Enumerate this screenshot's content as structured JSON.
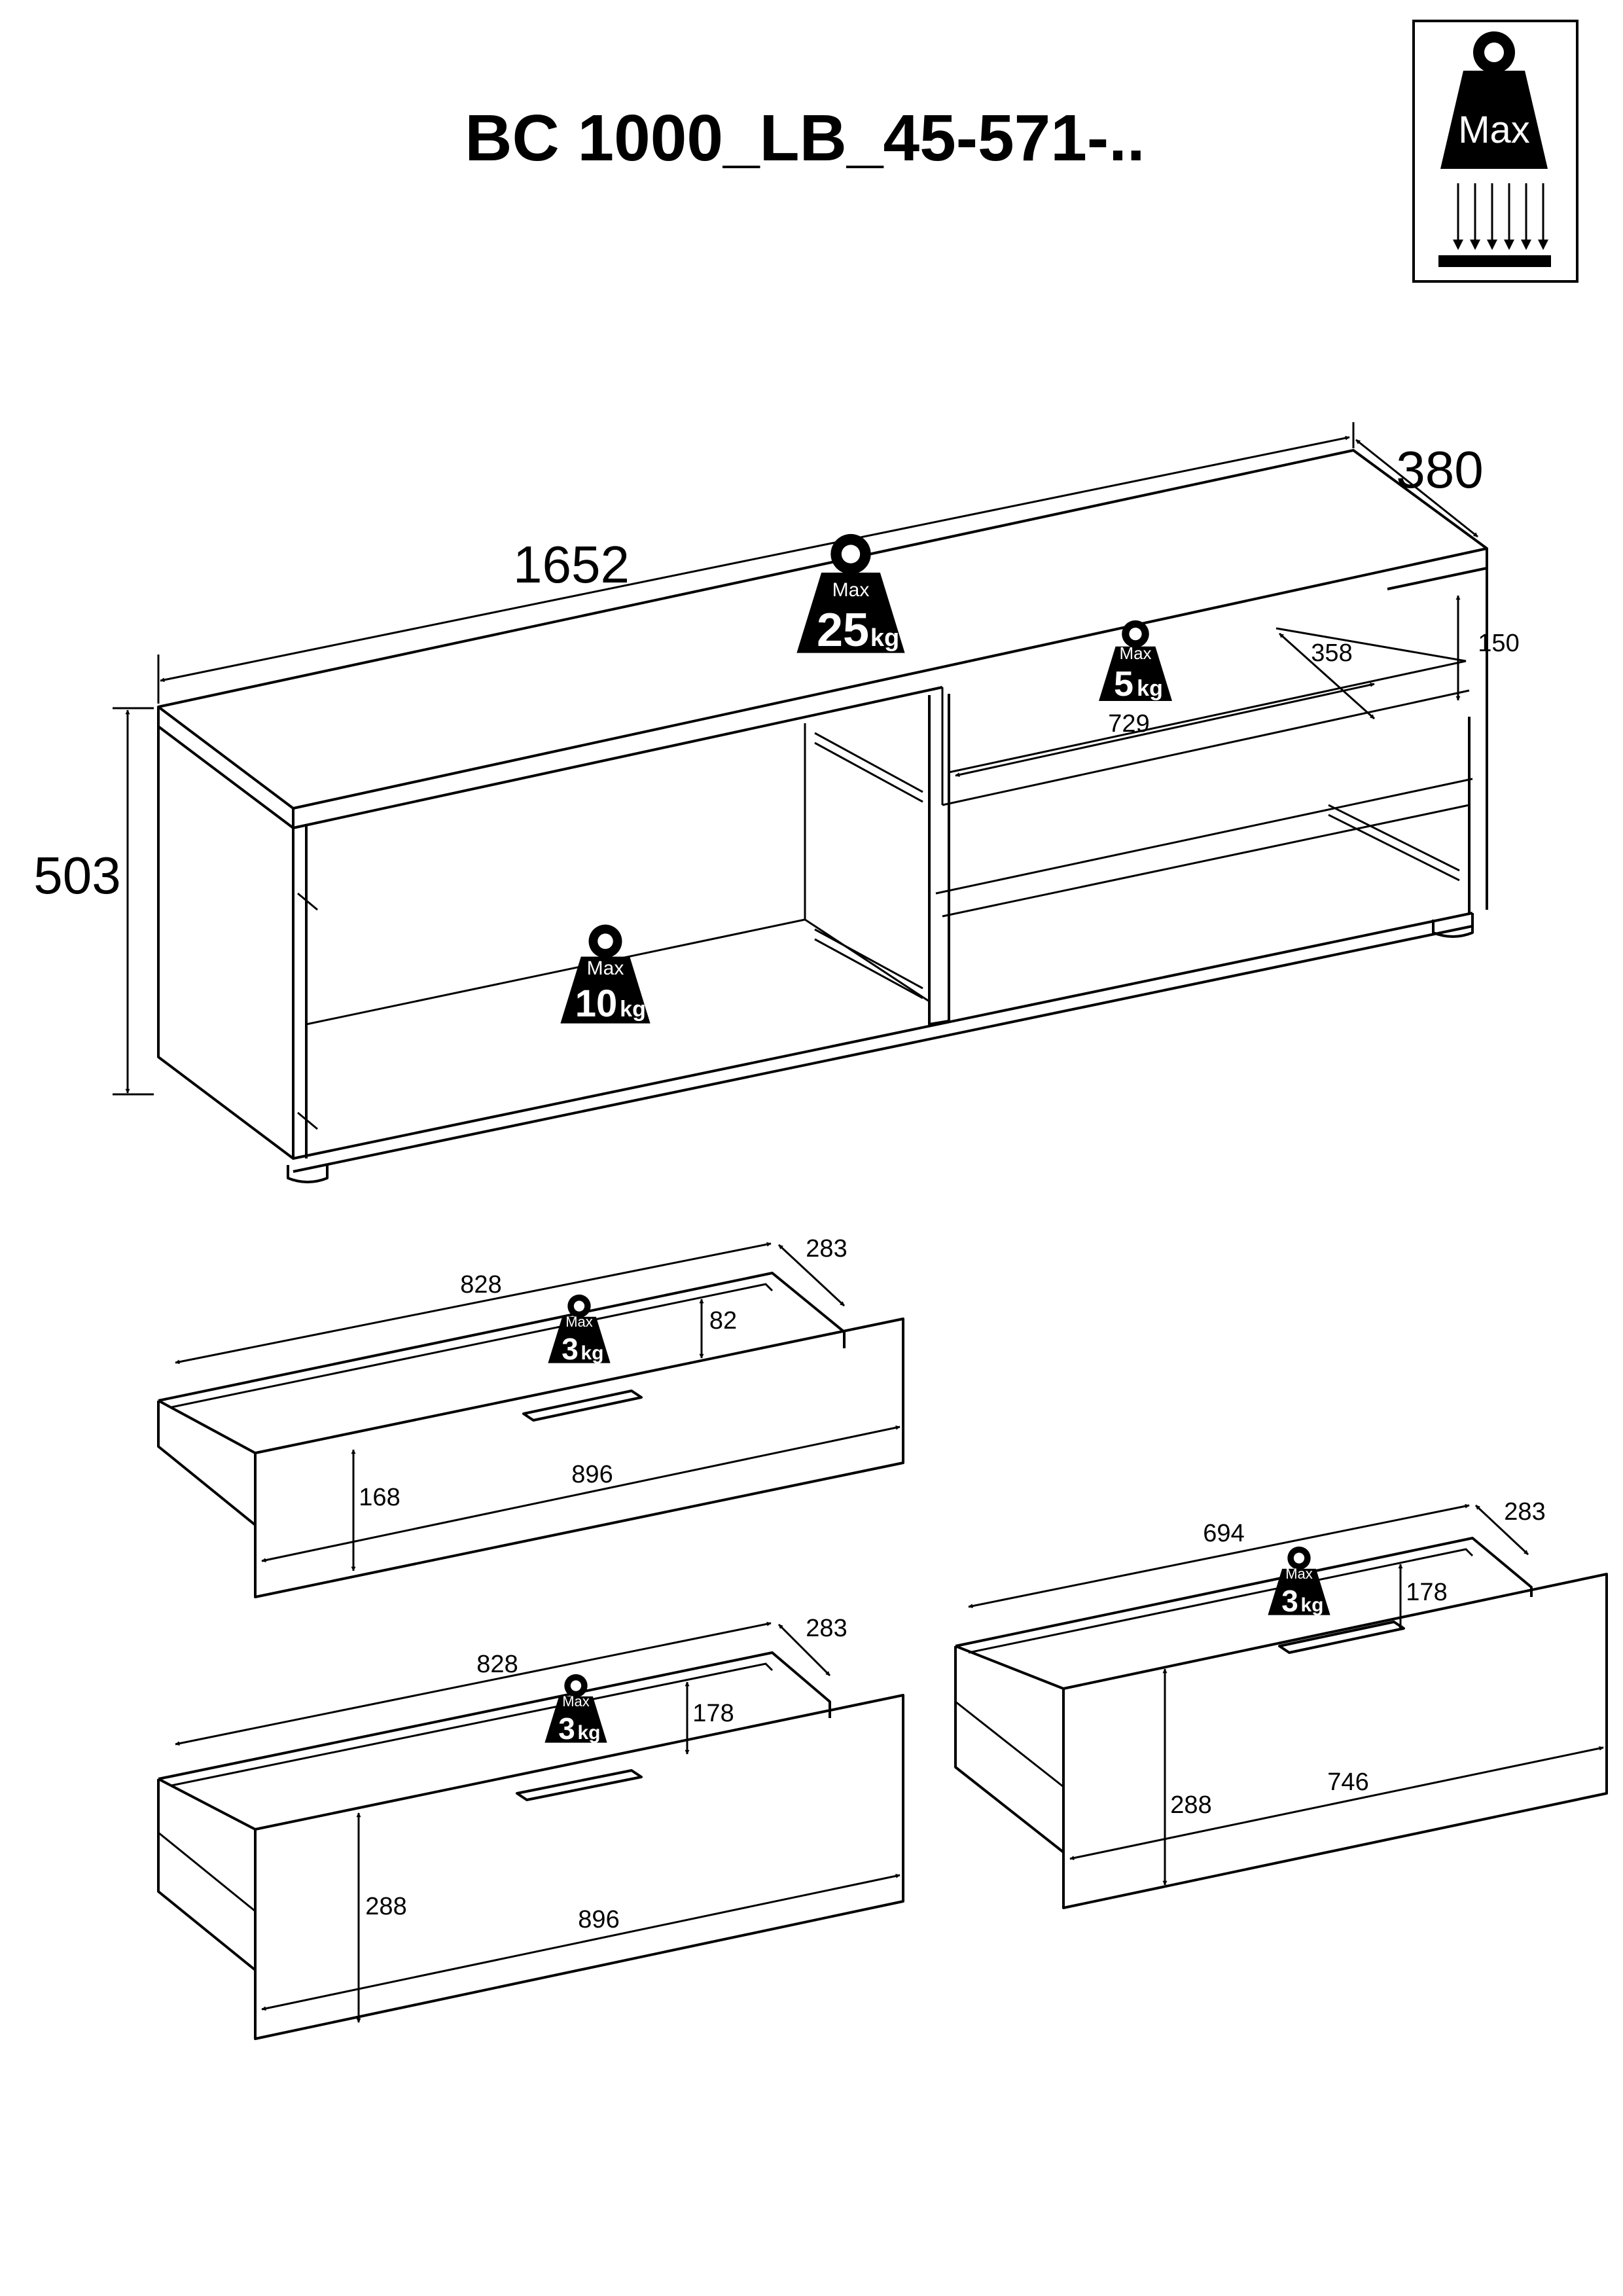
{
  "title": "BC 1000_LB_45-571-..",
  "max_icon": {
    "label": "Max"
  },
  "cabinet": {
    "width": "1652",
    "depth": "380",
    "height": "503",
    "shelf_depth": "358",
    "shelf_height": "150",
    "shelf_width": "729",
    "top_load": {
      "label": "Max",
      "value": "25",
      "unit": "kg"
    },
    "shelf_load": {
      "label": "Max",
      "value": "5",
      "unit": "kg"
    },
    "bottom_load": {
      "label": "Max",
      "value": "10",
      "unit": "kg"
    }
  },
  "drawer_a": {
    "inner_width": "828",
    "depth": "283",
    "inner_height": "82",
    "front_height": "168",
    "front_width": "896",
    "load": {
      "label": "Max",
      "value": "3",
      "unit": "kg"
    }
  },
  "drawer_b": {
    "inner_width": "828",
    "depth": "283",
    "inner_height": "178",
    "front_height": "288",
    "front_width": "896",
    "load": {
      "label": "Max",
      "value": "3",
      "unit": "kg"
    }
  },
  "drawer_c": {
    "inner_width": "694",
    "depth": "283",
    "inner_height": "178",
    "front_height": "288",
    "front_width": "746",
    "load": {
      "label": "Max",
      "value": "3",
      "unit": "kg"
    }
  }
}
